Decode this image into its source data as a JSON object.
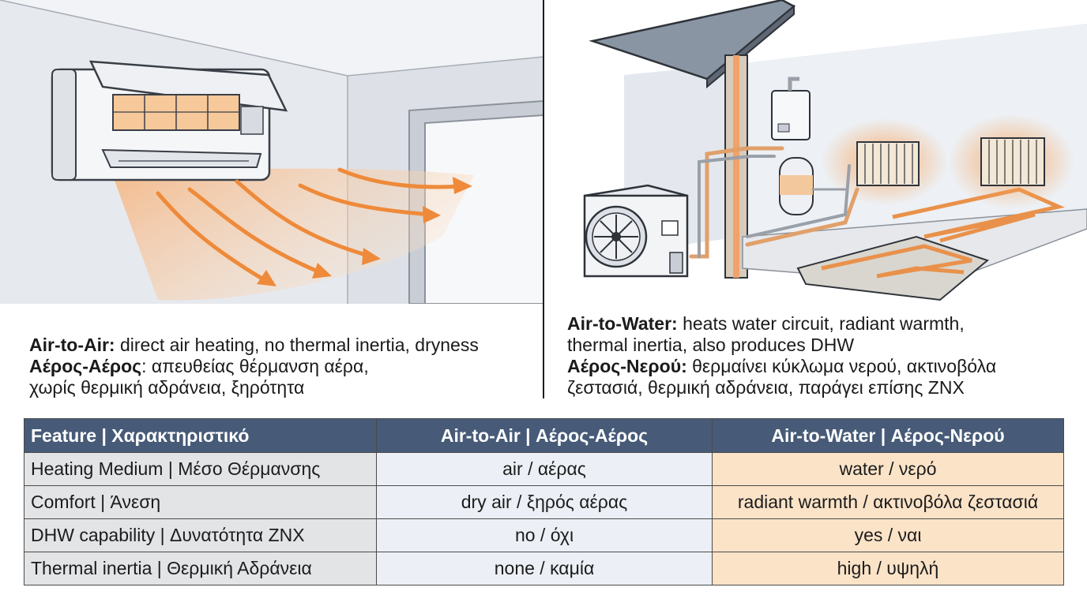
{
  "left_caption": {
    "bold_en": "Air-to-Air:",
    "rest_en": " direct air heating, no thermal inertia, dryness",
    "bold_gr": "Αέρος-Αέρος",
    "rest_gr_1": ": απευθείας θέρμανση αέρα,",
    "rest_gr_2": "χωρίς θερμική αδράνεια, ξηρότητα"
  },
  "right_caption": {
    "bold_en": "Air-to-Water:",
    "rest_en_1": " heats water circuit, radiant warmth,",
    "rest_en_2": "thermal inertia, also produces DHW",
    "bold_gr": "Αέρος-Νερού:",
    "rest_gr_1": " θερμαίνει κύκλωμα νερού, ακτινοβόλα",
    "rest_gr_2": "ζεστασιά, θερμική αδράνεια, παράγει επίσης ΖΝΧ"
  },
  "table": {
    "headers": [
      "Feature | Χαρακτηριστικό",
      "Air-to-Air | Αέρος-Αέρος",
      "Air-to-Water | Αέρος-Νερού"
    ],
    "rows": [
      [
        "Heating Medium | Μέσο Θέρμανσης",
        "air / αέρας",
        "water / νερό"
      ],
      [
        "Comfort | Άνεση",
        "dry air / ξηρός αέρας",
        "radiant warmth / ακτινοβόλα ζεστασιά"
      ],
      [
        "DHW capability | Δυνατότητα ΖΝΧ",
        "no / όχι",
        "yes / ναι"
      ],
      [
        "Thermal inertia | Θερμική Αδράνεια",
        "none / καμία",
        "high / υψηλή"
      ]
    ]
  },
  "colors": {
    "header_bg": "#475b78",
    "air_to_air_cell": "#ecf0f6",
    "air_to_water_cell": "#fbe3c8",
    "feature_cell": "#e3e4e6",
    "warm_accent": "#f08a3c"
  }
}
